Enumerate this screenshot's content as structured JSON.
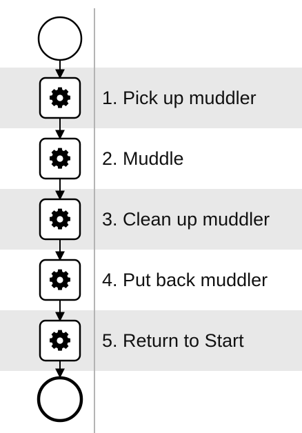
{
  "diagram": {
    "start_event": "start",
    "end_event": "end",
    "steps": [
      {
        "label": "1. Pick up muddler",
        "icon": "gear-icon"
      },
      {
        "label": "2. Muddle",
        "icon": "gear-icon"
      },
      {
        "label": "3. Clean up muddler",
        "icon": "gear-icon"
      },
      {
        "label": "4. Put back muddler",
        "icon": "gear-icon"
      },
      {
        "label": "5. Return to Start",
        "icon": "gear-icon"
      }
    ],
    "colors": {
      "band_shaded": "#e8e8e8",
      "stroke": "#000000",
      "divider": "#b3b3b3"
    }
  }
}
